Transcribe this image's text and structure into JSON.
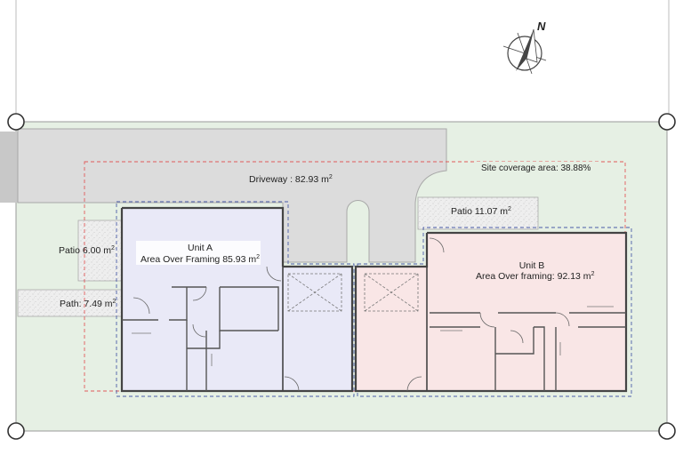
{
  "compass": {
    "label": "N"
  },
  "driveway": {
    "label": "Driveway : 82.93 m",
    "sup": "2"
  },
  "site_coverage": {
    "label": "Site coverage area: 38.88%"
  },
  "patio_b": {
    "label": "Patio 11.07 m",
    "sup": "2"
  },
  "patio_a": {
    "label": "Patio 6.00 m",
    "sup": "2"
  },
  "path": {
    "label": "Path: 7.49 m",
    "sup": "2"
  },
  "unit_a": {
    "name": "Unit A",
    "area": "Area Over Framing 85.93 m",
    "sup": "2"
  },
  "unit_b": {
    "name": "Unit B",
    "area": "Area Over framing: 92.13 m",
    "sup": "2"
  },
  "colors": {
    "site": "#e6f0e4",
    "paving": "#dcdcdc",
    "unit_a_fill": "#e9e9f7",
    "unit_b_fill": "#f9e6e6",
    "coverage_line": "#e05a5a",
    "framing_line": "#4a5ca8"
  }
}
